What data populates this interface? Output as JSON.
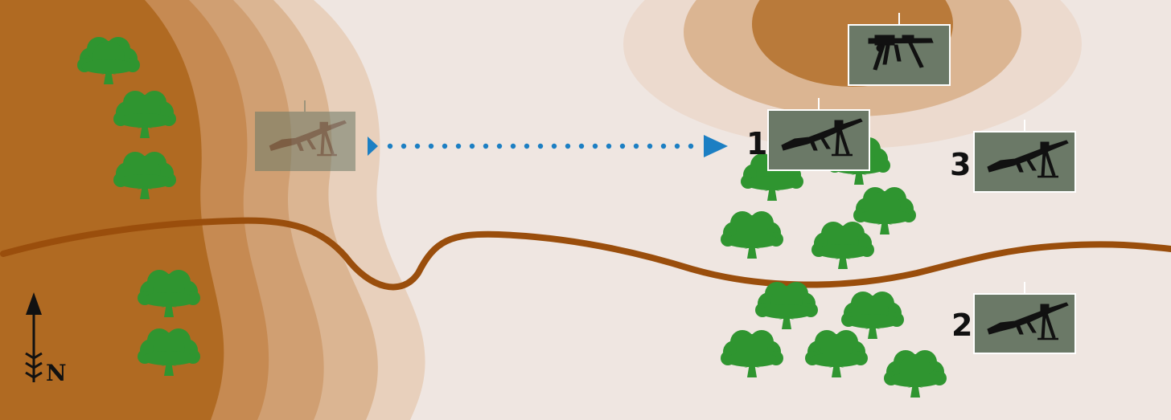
{
  "map": {
    "colors": {
      "paper": "#efe6e1",
      "hill_dark": "#b06a22",
      "hill_mid": "#c68a52",
      "hill_light": "#dbb592",
      "hill_pale": "#e8d0bc",
      "road": "#9a4e0c",
      "tree": "#2f9530",
      "tree_light": "#44ad3c",
      "unit_panel": "#6b7967",
      "arrow": "#1c7fc3",
      "ink": "#111111"
    },
    "legend": {
      "north_label": "N"
    },
    "units": [
      {
        "id": "mg-initial",
        "label": "",
        "icon": "machine-gun-bipod",
        "state": "faded"
      },
      {
        "id": "mg-hilltop",
        "label": "",
        "icon": "machine-gun-tripod",
        "state": "active"
      },
      {
        "id": "mg-1",
        "label": "1",
        "icon": "machine-gun-bipod",
        "state": "active"
      },
      {
        "id": "mg-3",
        "label": "3",
        "icon": "machine-gun-bipod",
        "state": "active"
      },
      {
        "id": "mg-2",
        "label": "2",
        "icon": "machine-gun-bipod",
        "state": "active"
      }
    ],
    "movement": {
      "from": "mg-initial",
      "to": "mg-1",
      "style": "dotted-arrow"
    }
  }
}
